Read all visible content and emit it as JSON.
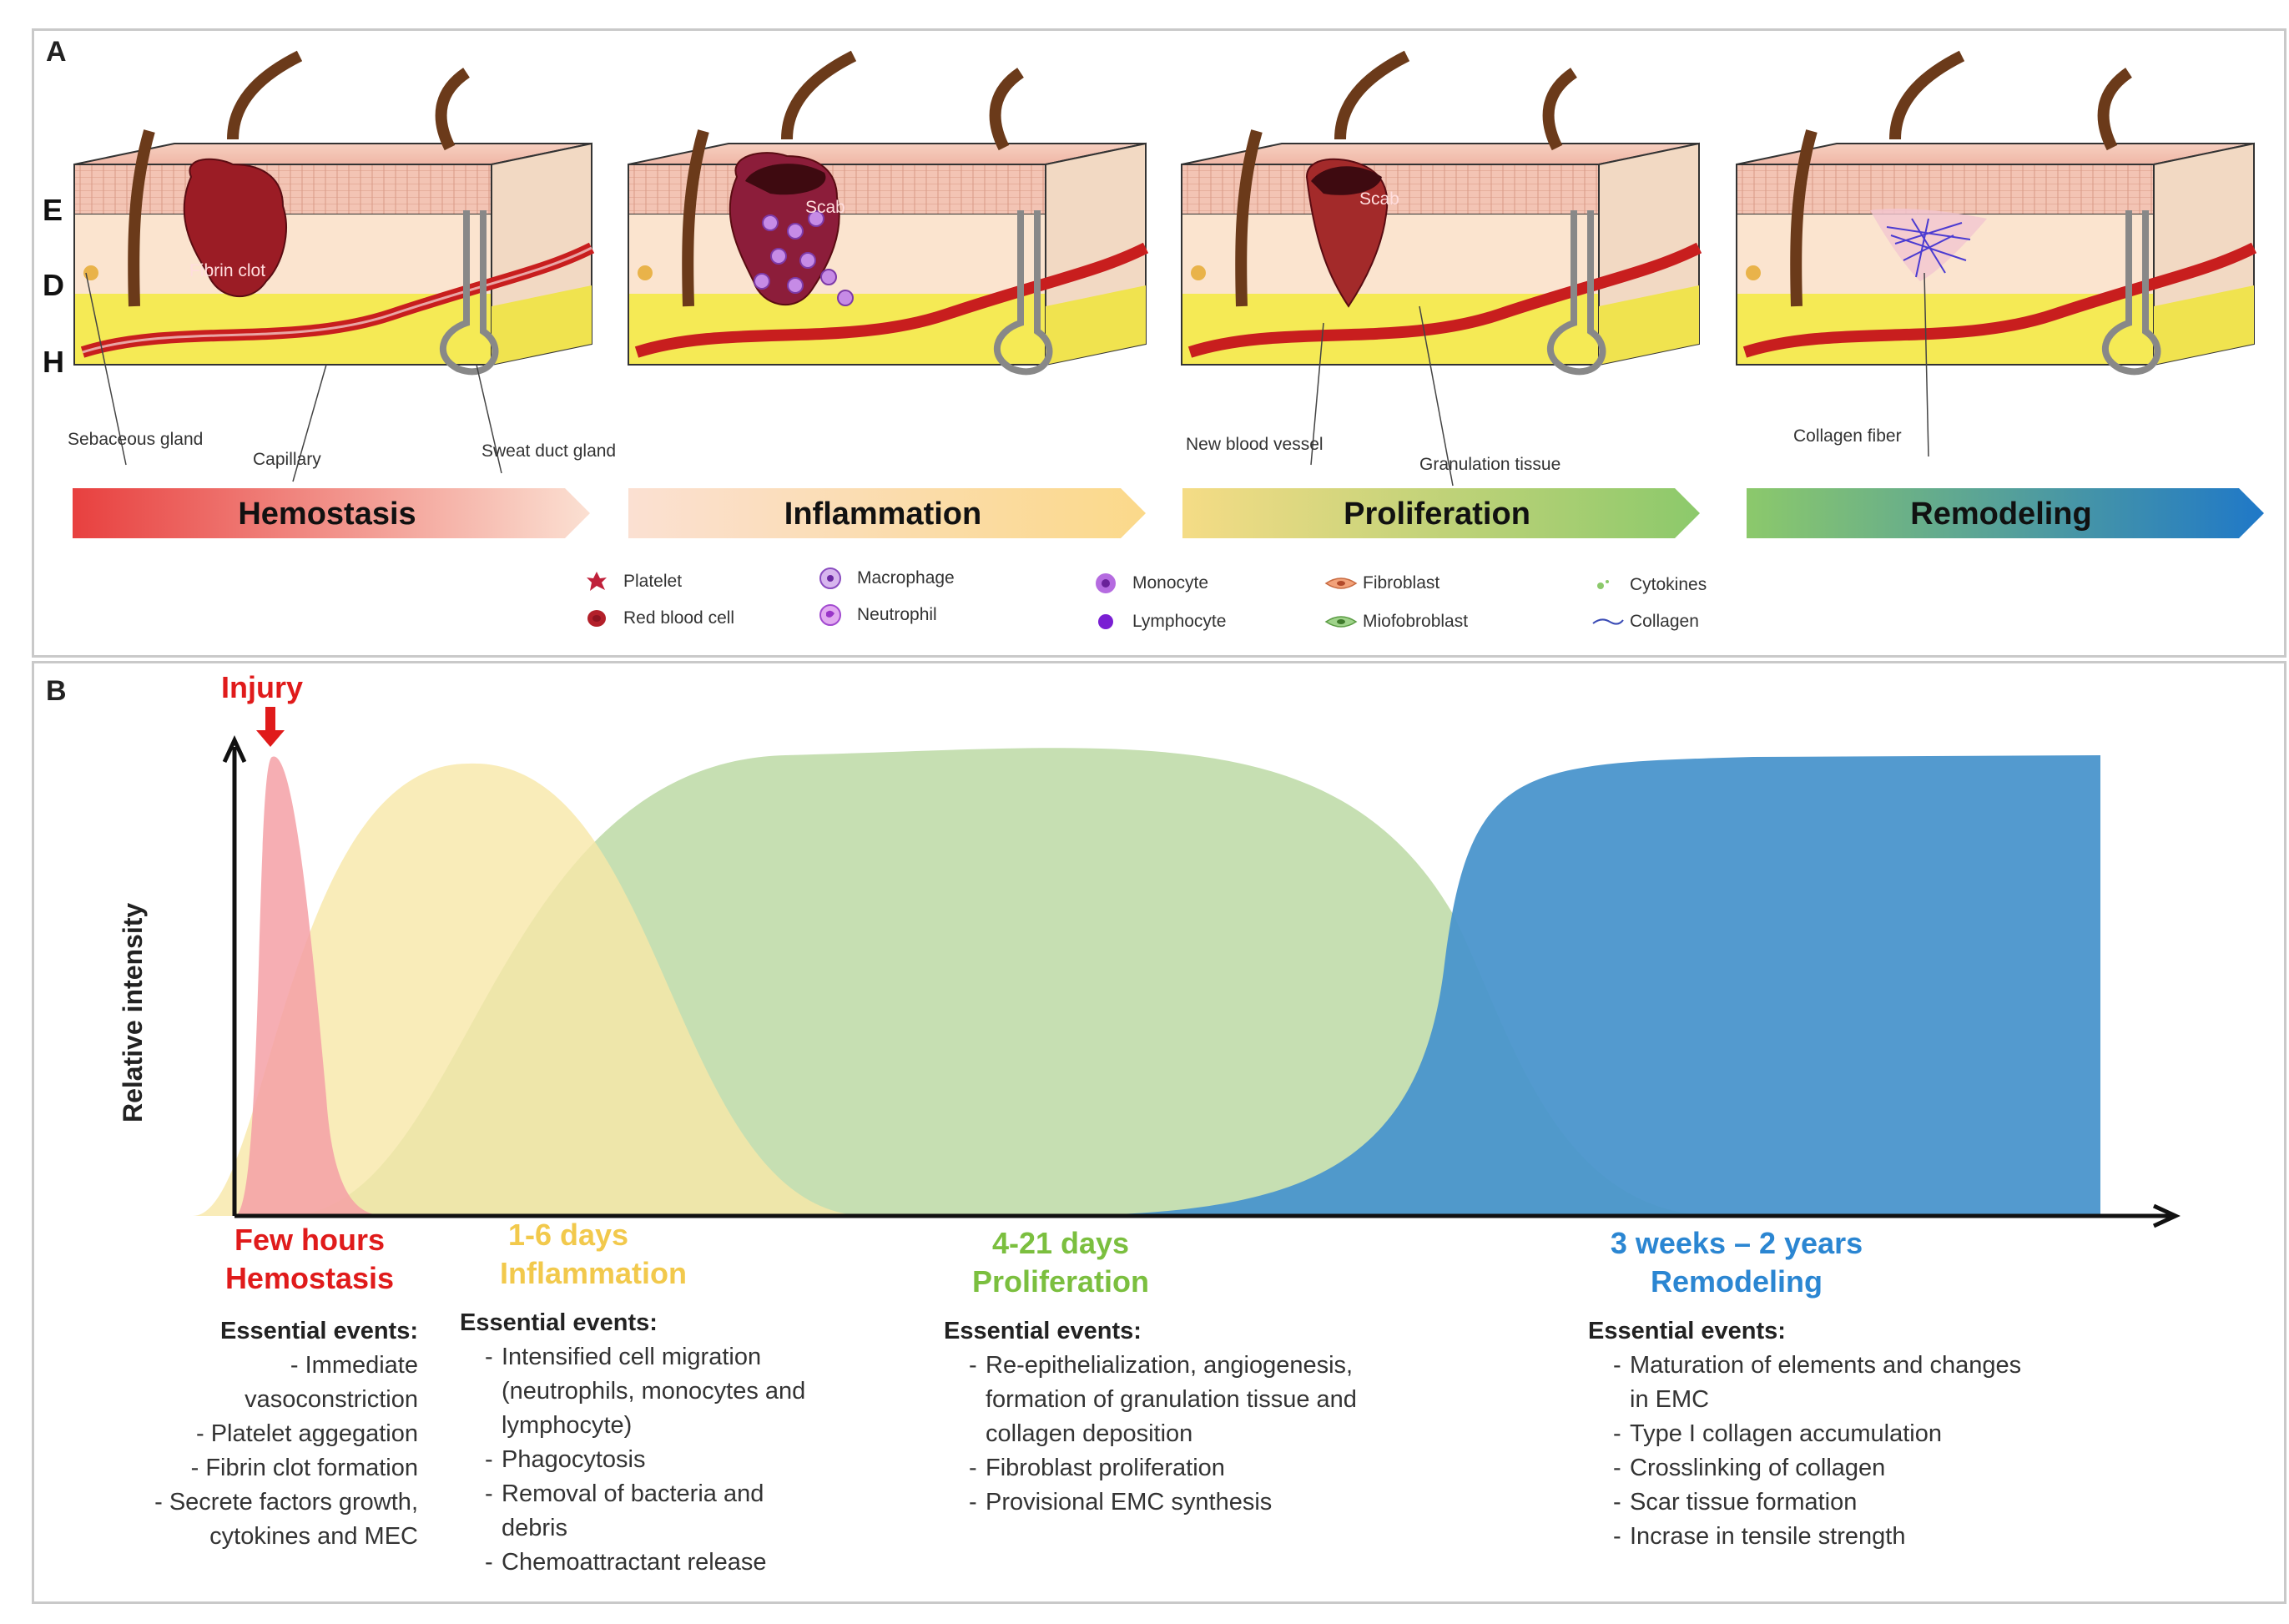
{
  "panel_a": {
    "letter": "A",
    "layer_labels": [
      "E",
      "D",
      "H"
    ],
    "callouts": {
      "fibrin_clot": "Fibrin clot",
      "scab_1": "Scab",
      "scab_2": "Scab",
      "sebaceous_gland": "Sebaceous gland",
      "capillary": "Capillary",
      "sweat_duct_gland": "Sweat duct gland",
      "new_blood_vessel": "New blood vessel",
      "granulation_tissue": "Granulation tissue",
      "collagen_fiber": "Collagen fiber"
    },
    "phases": [
      {
        "label": "Hemostasis",
        "color_from": "#e8403f",
        "color_to": "#fbe0d2"
      },
      {
        "label": "Inflammation",
        "color_from": "#fbe0d2",
        "color_to": "#fbd98a"
      },
      {
        "label": "Proliferation",
        "color_from": "#f5dc86",
        "color_to": "#8cc96b"
      },
      {
        "label": "Remodeling",
        "color_from": "#8cc96b",
        "color_to": "#1f78c8"
      }
    ],
    "legend": [
      {
        "label": "Platelet",
        "icon": "platelet-icon"
      },
      {
        "label": "Red blood cell",
        "icon": "red-blood-cell-icon"
      },
      {
        "label": "Macrophage",
        "icon": "macrophage-icon"
      },
      {
        "label": "Neutrophil",
        "icon": "neutrophil-icon"
      },
      {
        "label": "Monocyte",
        "icon": "monocyte-icon"
      },
      {
        "label": "Lymphocyte",
        "icon": "lymphocyte-icon"
      },
      {
        "label": "Fibroblast",
        "icon": "fibroblast-icon"
      },
      {
        "label": "Miofobroblast",
        "icon": "myofibroblast-icon"
      },
      {
        "label": "Cytokines",
        "icon": "cytokines-icon"
      },
      {
        "label": "Collagen",
        "icon": "collagen-icon"
      }
    ]
  },
  "panel_b": {
    "letter": "B",
    "injury_label": "Injury",
    "y_axis_label": "Relative intensity",
    "colors": {
      "hemostasis": "#f4a0a6",
      "inflammation": "#f7e7a8",
      "proliferation": "#bcd9a4",
      "remodeling": "#4a95cc",
      "injury": "#e01b1b"
    },
    "phases": [
      {
        "time": "Few hours",
        "name": "Hemostasis",
        "color": "#e01b1b",
        "events_title": "Essential events:",
        "events": [
          "Immediate vasoconstriction",
          "Platelet aggegation",
          "Fibrin clot formation",
          "Secrete factors growth, cytokines and MEC"
        ]
      },
      {
        "time": "1-6 days",
        "name": "Inflammation",
        "color": "#f2c94c",
        "events_title": "Essential events:",
        "events": [
          "Intensified cell migration (neutrophils, monocytes and lymphocyte)",
          "Phagocytosis",
          "Removal of bacteria and debris",
          "Chemoattractant release"
        ]
      },
      {
        "time": "4-21 days",
        "name": "Proliferation",
        "color": "#7bbf3f",
        "events_title": "Essential events:",
        "events": [
          "Re-epithelialization, angiogenesis, formation of granulation tissue and collagen deposition",
          "Fibroblast proliferation",
          "Provisional EMC synthesis"
        ]
      },
      {
        "time": "3 weeks – 2 years",
        "name": "Remodeling",
        "color": "#2b86d2",
        "events_title": "Essential events:",
        "events": [
          "Maturation of elements and changes in EMC",
          "Type I collagen accumulation",
          "Crosslinking of collagen",
          "Scar tissue formation",
          "Incrase in tensile strength"
        ]
      }
    ]
  }
}
